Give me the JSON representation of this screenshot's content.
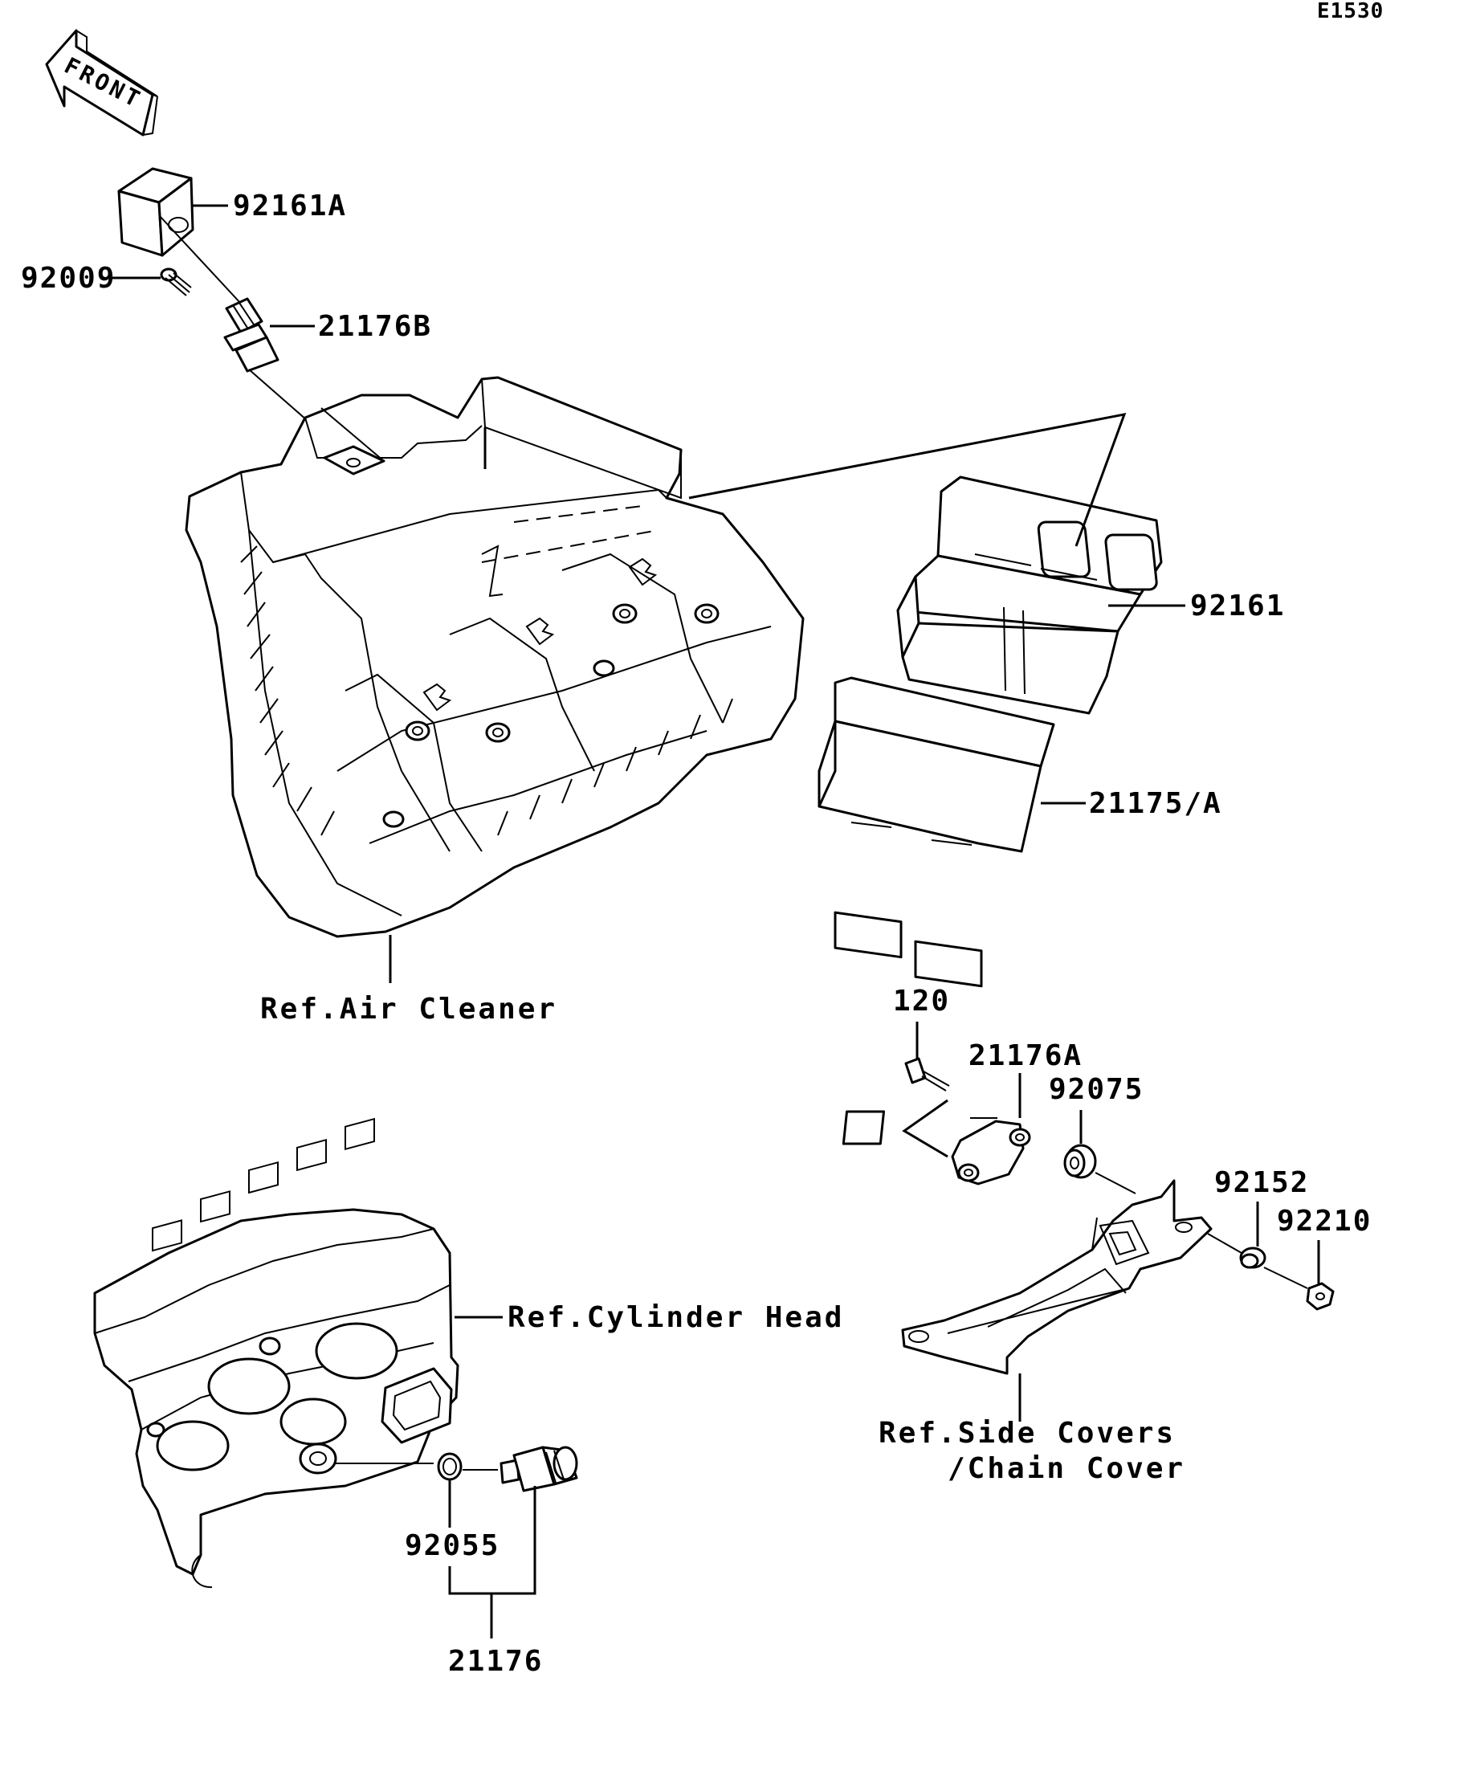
{
  "diagram_code": "E1530",
  "front_label": "FRONT",
  "parts": {
    "p92161A": "92161A",
    "p92009": "92009",
    "p21176B": "21176B",
    "p92161": "92161",
    "p21175A": "21175/A",
    "p120": "120",
    "p21176A": "21176A",
    "p92075": "92075",
    "p92152": "92152",
    "p92210": "92210",
    "p92055": "92055",
    "p21176": "21176"
  },
  "references": {
    "air_cleaner": "Ref.Air Cleaner",
    "cylinder_head": "Ref.Cylinder Head",
    "side_covers_line1": "Ref.Side Covers",
    "side_covers_line2": "/Chain Cover"
  }
}
